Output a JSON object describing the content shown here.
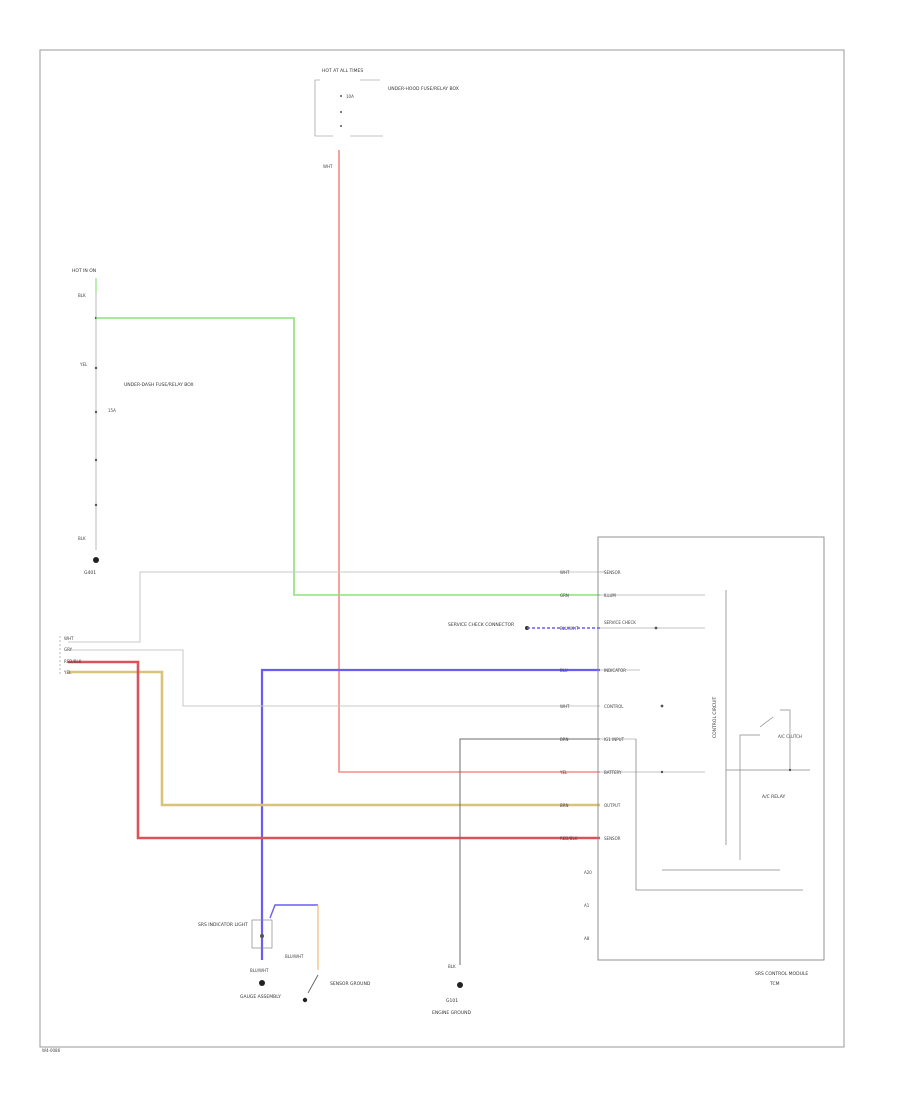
{
  "diagram": {
    "page_id": "W4-0086",
    "fuse_top": {
      "label": "HOT AT ALL TIMES",
      "fuse": "10A",
      "desc": "UNDER-HOOD FUSE/RELAY BOX",
      "wire": "WHT"
    },
    "fuse_left": {
      "label": "HOT IN ON",
      "wire_top": "BLK",
      "wire_mid": "YEL",
      "desc": "UNDER-DASH FUSE/RELAY BOX",
      "fuse": "15A",
      "wire_bottom": "BLK"
    },
    "ground_left": {
      "label": "G401"
    },
    "connector_left": {
      "wires": [
        "WHT",
        "GRY",
        "RED/BLK",
        "YEL"
      ]
    },
    "module_right": {
      "desc": "SRS CONTROL MODULE",
      "sub_desc": "TCM",
      "inner_label": "CONTROL CIRCUIT",
      "relay_label": "A/C RELAY",
      "relay_pin": "A/C CLUTCH",
      "pins": [
        {
          "wire": "WHT",
          "name": "SENSOR"
        },
        {
          "wire": "GRN",
          "name": "ILLUM"
        },
        {
          "wire": "BLU/WHT",
          "name": "SERVICE CHECK"
        },
        {
          "wire": "BLU",
          "name": "INDICATOR"
        },
        {
          "wire": "WHT",
          "name": "CONTROL"
        },
        {
          "wire": "BRN",
          "name": "IG1 INPUT"
        },
        {
          "wire": "YEL",
          "name": "BATTERY"
        },
        {
          "wire": "BRN",
          "name": "OUTPUT"
        },
        {
          "wire": "RED/BLK",
          "name": "SENSOR"
        }
      ],
      "extra_pins": [
        "A20",
        "A1",
        "A8"
      ]
    },
    "svc_connector": {
      "label": "SERVICE CHECK CONNECTOR"
    },
    "indicator": {
      "label": "SRS INDICATOR LIGHT",
      "wire": "BLU/WHT",
      "ground": "GAUGE ASSEMBLY",
      "switch_label": "SENSOR GROUND"
    },
    "ground_mid": {
      "wire": "BLK",
      "label": "G101",
      "desc": "ENGINE GROUND"
    },
    "colors": {
      "red": "#f58a8a",
      "green": "#8de07a",
      "blue": "#6a5ef2",
      "yellow": "#d9c37a",
      "darkred": "#d9535b",
      "orange": "#f4c18e",
      "gray": "#c8c8c8",
      "dark": "#6e6e6e"
    }
  }
}
